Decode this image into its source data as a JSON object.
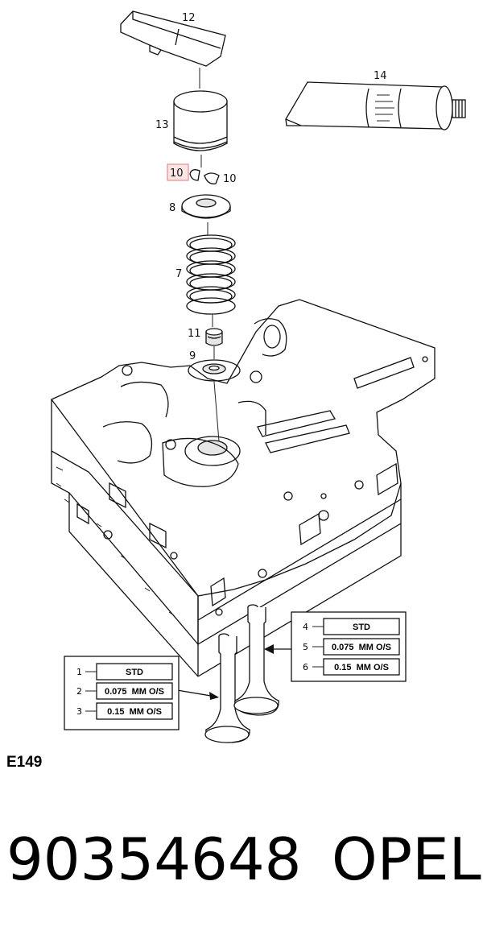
{
  "callouts": {
    "c12": "12",
    "c14": "14",
    "c13": "13",
    "c10a": "10",
    "c10b": "10",
    "c8": "8",
    "c7": "7",
    "c11": "11",
    "c9": "9"
  },
  "right_table": {
    "rows": [
      {
        "num": "4",
        "label": "STD"
      },
      {
        "num": "5",
        "label": "0.075  MM O/S"
      },
      {
        "num": "6",
        "label": "0.15  MM O/S"
      }
    ]
  },
  "left_table": {
    "rows": [
      {
        "num": "1",
        "label": "STD"
      },
      {
        "num": "2",
        "label": "0.075  MM O/S"
      },
      {
        "num": "3",
        "label": "0.15  MM O/S"
      }
    ]
  },
  "figure_code": "E149",
  "footer": {
    "part_number": "90354648",
    "brand": "OPEL"
  },
  "colors": {
    "highlight_box": "#e88a8a",
    "highlight_fill": "#fbe6e6"
  }
}
